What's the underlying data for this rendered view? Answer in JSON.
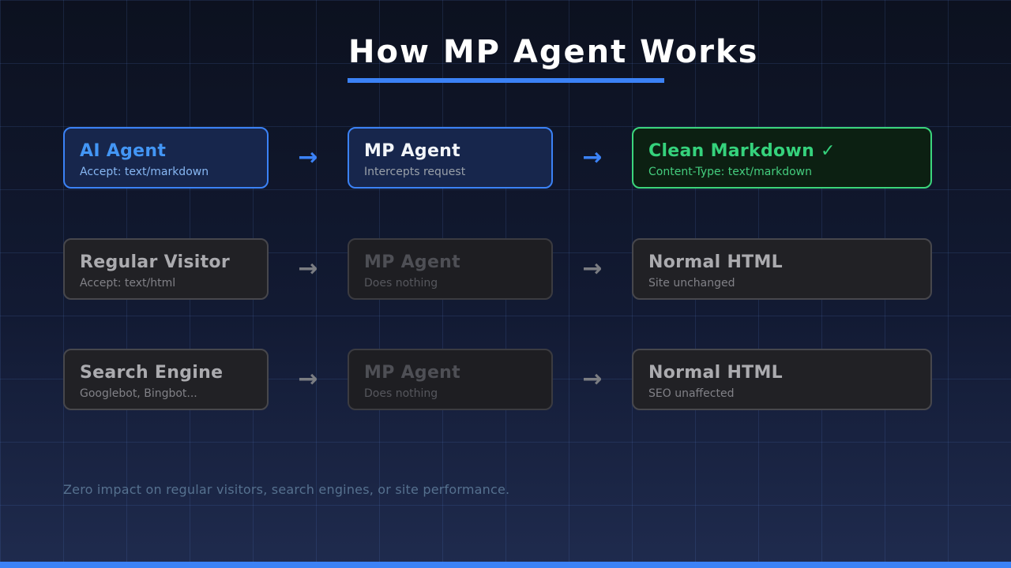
{
  "title": "How MP Agent Works",
  "footer": "Zero impact on regular visitors, search engines, or site performance.",
  "arrow_glyph": "→",
  "colors": {
    "accent_blue": "#3b82f6",
    "accent_green": "#35d27c",
    "gray_arrow": "#7b7d82",
    "background_top": "#0c111f",
    "background_bottom": "#1f2b4e",
    "footer_text": "#56718f"
  },
  "rows": [
    {
      "name": "ai-agent-flow",
      "boxes": [
        {
          "title": "AI Agent",
          "subtitle": "Accept: text/markdown"
        },
        {
          "title": "MP Agent",
          "subtitle": "Intercepts request"
        },
        {
          "title": "Clean Markdown ✓",
          "subtitle": "Content-Type: text/markdown"
        }
      ]
    },
    {
      "name": "regular-visitor-flow",
      "boxes": [
        {
          "title": "Regular Visitor",
          "subtitle": "Accept: text/html"
        },
        {
          "title": "MP Agent",
          "subtitle": "Does nothing"
        },
        {
          "title": "Normal HTML",
          "subtitle": "Site unchanged"
        }
      ]
    },
    {
      "name": "search-engine-flow",
      "boxes": [
        {
          "title": "Search Engine",
          "subtitle": "Googlebot, Bingbot..."
        },
        {
          "title": "MP Agent",
          "subtitle": "Does nothing"
        },
        {
          "title": "Normal HTML",
          "subtitle": "SEO unaffected"
        }
      ]
    }
  ]
}
